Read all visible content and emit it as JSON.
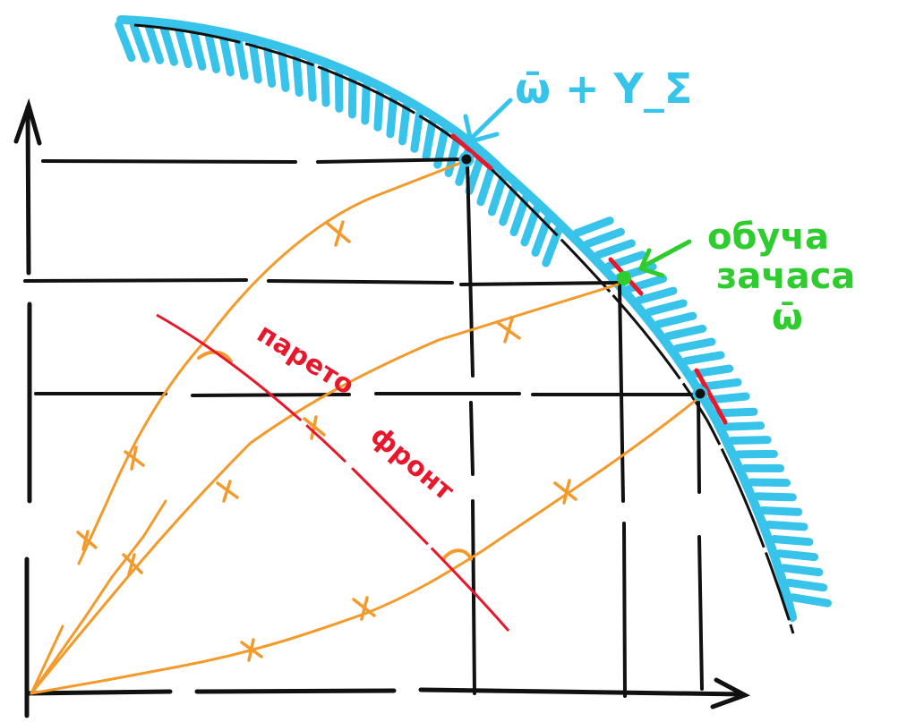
{
  "labels": {
    "omega_plus_upsilon": "ω̄ + Υ_Σ",
    "green_line1": "обуча",
    "green_line2": "зачаса",
    "green_line3": "ω̄",
    "pareto_word1": "парето",
    "pareto_word2": "фронт"
  },
  "colors": {
    "ink": "#111111",
    "frontier_hatch": "#37c3ea",
    "pareto": "#e8182c",
    "rays": "#f39a2b",
    "green": "#2ecc2e"
  }
}
